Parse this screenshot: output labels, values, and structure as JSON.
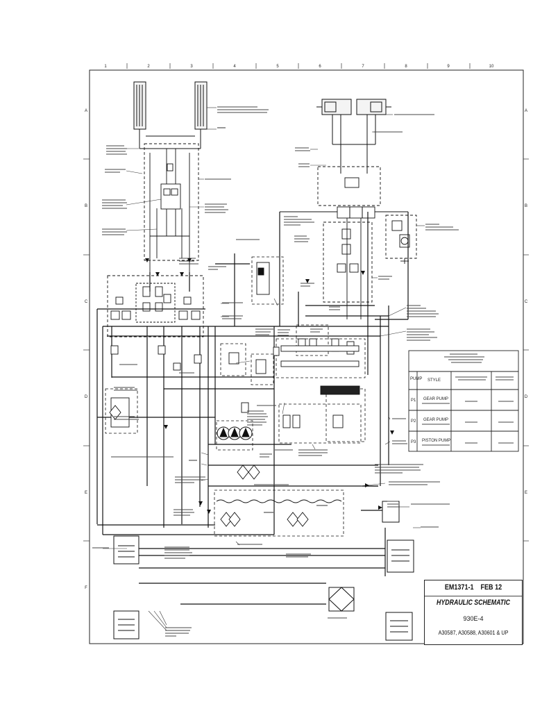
{
  "sheet": {
    "column_labels": [
      "1",
      "2",
      "3",
      "4",
      "5",
      "6",
      "7",
      "8",
      "9",
      "10"
    ],
    "row_labels": [
      "A",
      "B",
      "C",
      "D",
      "E",
      "F"
    ]
  },
  "title_block": {
    "doc_number": "EM1371-1",
    "date": "FEB 12",
    "title": "HYDRAULIC SCHEMATIC",
    "model": "930E-4",
    "serials": "A30587, A30588, A30601 & UP"
  },
  "pump_table": {
    "header": [
      "PUMP",
      "STYLE",
      "",
      ""
    ],
    "rows": [
      [
        "P1",
        "GEAR PUMP",
        "",
        ""
      ],
      [
        "P2",
        "GEAR PUMP",
        "",
        ""
      ],
      [
        "P3",
        "PISTON PUMP",
        "",
        ""
      ]
    ]
  }
}
